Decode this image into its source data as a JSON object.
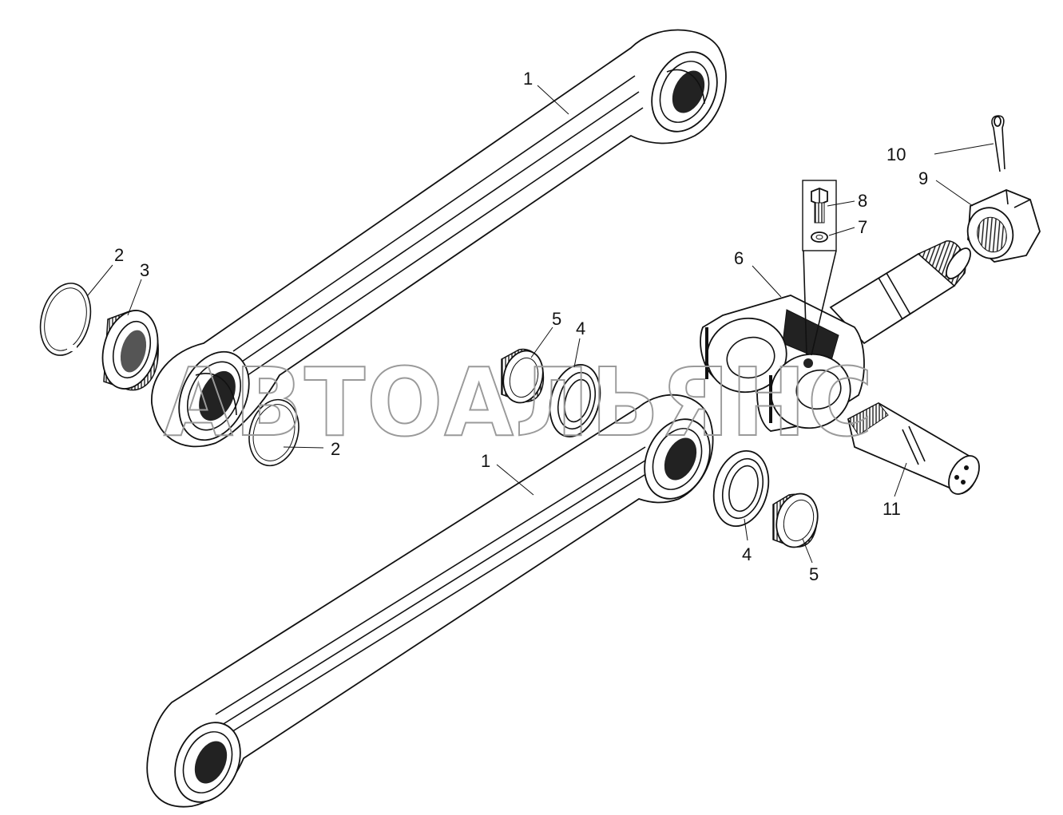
{
  "watermark": "АВТОАЛЬЯНС",
  "callouts": [
    "1",
    "1",
    "2",
    "3",
    "2",
    "5",
    "4",
    "4",
    "5",
    "6",
    "7",
    "8",
    "9",
    "10",
    "11"
  ]
}
